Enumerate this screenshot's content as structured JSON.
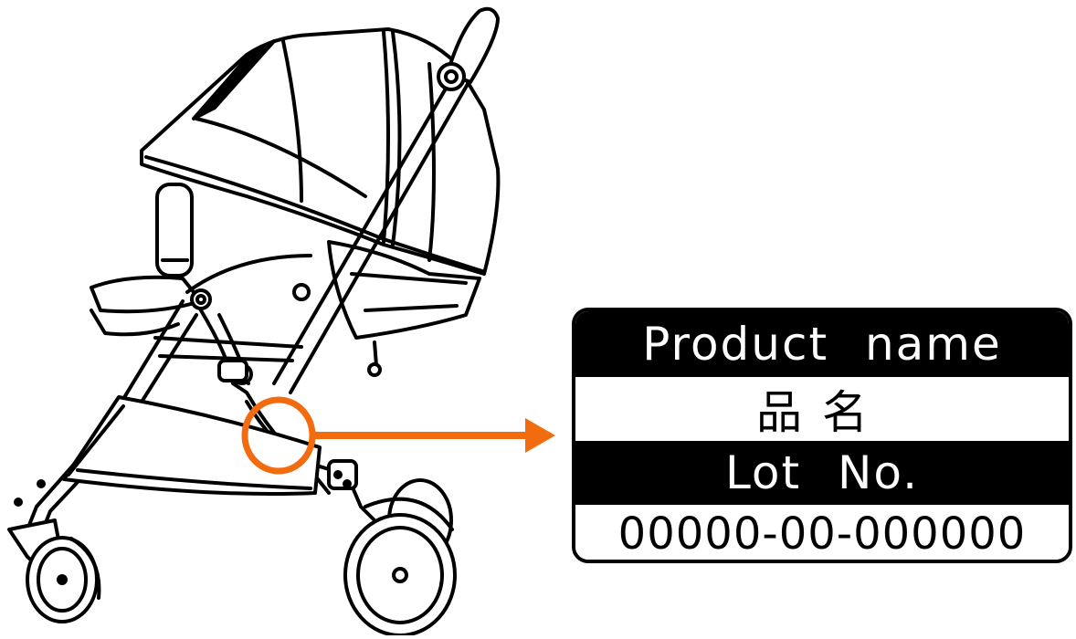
{
  "label": {
    "product_name_heading": "Product name",
    "product_name_value": "品名",
    "lot_heading": "Lot No.",
    "lot_value": "00000-00-000000"
  },
  "colors": {
    "highlight": "#f26b0f",
    "line": "#000000",
    "background": "#ffffff"
  }
}
